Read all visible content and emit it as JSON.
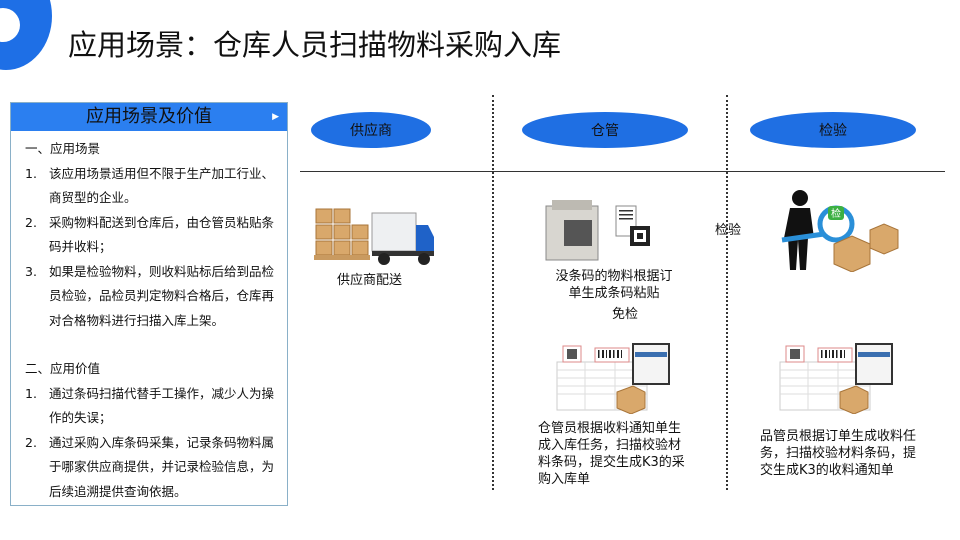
{
  "title": "应用场景：仓库人员扫描物料采购入库",
  "panel": {
    "header": "应用场景及价值",
    "section1": "一、应用场景",
    "items1": [
      {
        "n": "1.",
        "text": "该应用场景适用但不限于生产加工行业、商贸型的企业。"
      },
      {
        "n": "2.",
        "text": "采购物料配送到仓库后，由仓管员粘贴条码并收料；"
      },
      {
        "n": "3.",
        "text": "如果是检验物料，则收料贴标后给到品检员检验，品检员判定物料合格后，仓库再对合格物料进行扫描入库上架。"
      }
    ],
    "section2": "二、应用价值",
    "items2": [
      {
        "n": "1.",
        "text": "通过条码扫描代替手工操作，减少人为操作的失误；"
      },
      {
        "n": "2.",
        "text": "通过采购入库条码采集，记录条码物料属于哪家供应商提供，并记录检验信息，为后续追溯提供查询依据。"
      }
    ]
  },
  "lanes": {
    "supplier": "供应商",
    "warehouse": "仓管",
    "inspection": "检验"
  },
  "flow": {
    "supplier_delivery": "供应商配送",
    "label_text": "没条码的物料根据订单生成条码粘贴",
    "inspect_label": "检验",
    "no_inspect_label": "免检",
    "warehouse_task": "仓管员根据收料通知单生成入库任务，扫描校验材料条码，提交生成K3的采购入库单",
    "inspector_task": "品管员根据订单生成收料任务，扫描校验材料条码，提交生成K3的收料通知单",
    "inspection_badge": "检"
  },
  "colors": {
    "accent": "#1f6fe3"
  }
}
